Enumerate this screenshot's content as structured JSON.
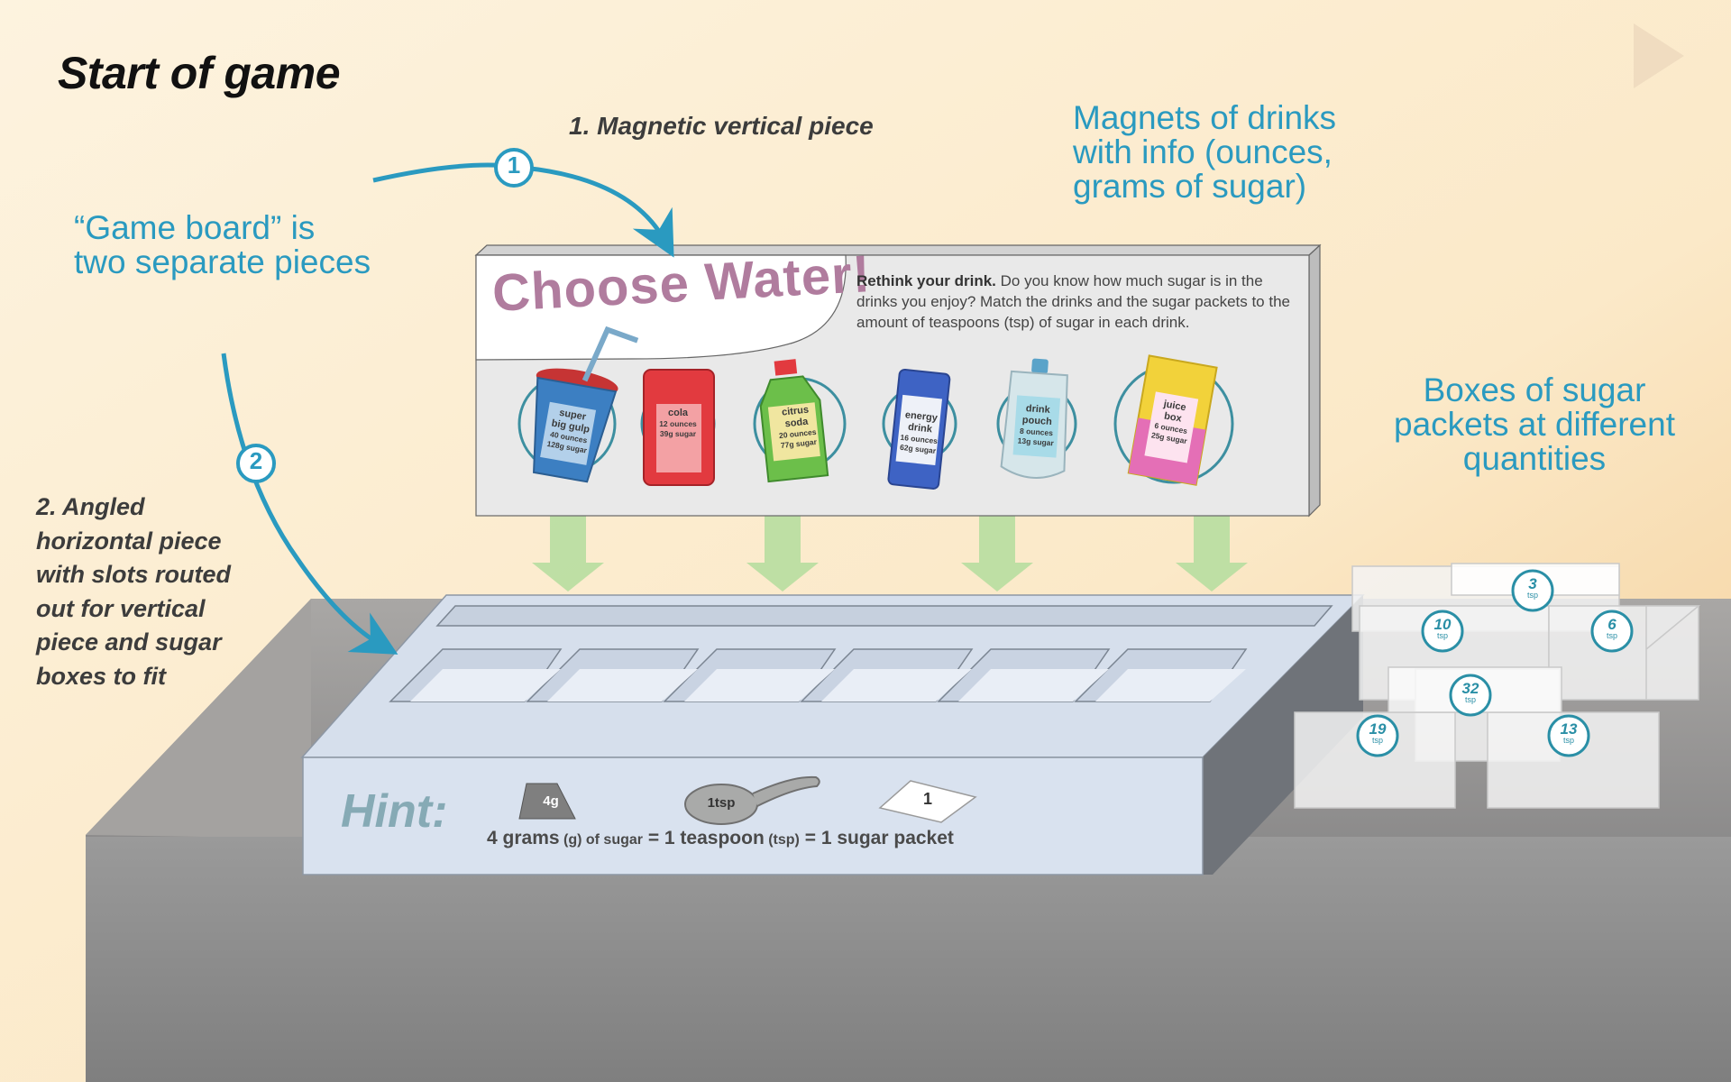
{
  "title": "Start of game",
  "notes": {
    "game_board": [
      "“Game board” is",
      "two separate pieces"
    ],
    "step1": "1. Magnetic vertical piece",
    "step2": [
      "2. Angled",
      "horizontal piece",
      "with slots routed",
      "out for vertical",
      "piece and sugar",
      "boxes to fit"
    ],
    "magnets": [
      "Magnets of drinks",
      "with info (ounces,",
      "grams of sugar)"
    ],
    "boxes": [
      "Boxes of sugar",
      "packets at different",
      "quantities"
    ],
    "badge1": "1",
    "badge2": "2"
  },
  "panel": {
    "heading": "Choose Water!",
    "intro_bold": "Rethink your drink.",
    "intro_text": " Do you know how much sugar is in the drinks you enjoy? Match the drinks and the sugar packets to the amount of teaspoons (tsp) of sugar in each drink."
  },
  "drinks": [
    {
      "name_lines": [
        "super",
        "big gulp"
      ],
      "ounces": "40 ounces",
      "sugar": "128g sugar",
      "color": "#3c7fc2"
    },
    {
      "name_lines": [
        "cola"
      ],
      "ounces": "12 ounces",
      "sugar": "39g sugar",
      "color": "#e23a3f"
    },
    {
      "name_lines": [
        "citrus",
        "soda"
      ],
      "ounces": "20 ounces",
      "sugar": "77g sugar",
      "color": "#6cbf4a"
    },
    {
      "name_lines": [
        "energy",
        "drink"
      ],
      "ounces": "16 ounces",
      "sugar": "62g sugar",
      "color": "#3e63c4"
    },
    {
      "name_lines": [
        "drink",
        "pouch"
      ],
      "ounces": "8 ounces",
      "sugar": "13g sugar",
      "color": "#cfe6ec"
    },
    {
      "name_lines": [
        "juice",
        "box"
      ],
      "ounces": "6 ounces",
      "sugar": "25g sugar",
      "color": "#f2d23a"
    }
  ],
  "hint": {
    "label": "Hint:",
    "weight_icon": "4g",
    "spoon_icon": "1tsp",
    "packet_icon": "1",
    "eq": {
      "n1": "4 grams",
      "u1": " (g) of sugar",
      "eq1": " = ",
      "n2": "1 teaspoon",
      "u2": " (tsp)",
      "eq2": " = ",
      "n3": "1 sugar packet"
    }
  },
  "sugar_boxes": [
    {
      "tsp": "3",
      "unit": "tsp"
    },
    {
      "tsp": "10",
      "unit": "tsp"
    },
    {
      "tsp": "6",
      "unit": "tsp"
    },
    {
      "tsp": "32",
      "unit": "tsp"
    },
    {
      "tsp": "19",
      "unit": "tsp"
    },
    {
      "tsp": "13",
      "unit": "tsp"
    }
  ],
  "colors": {
    "teal": "#2a9ac0",
    "arrow_green": "#b7dea0",
    "board": "#d9e2ef",
    "heading_mauve": "#b07c9e"
  }
}
